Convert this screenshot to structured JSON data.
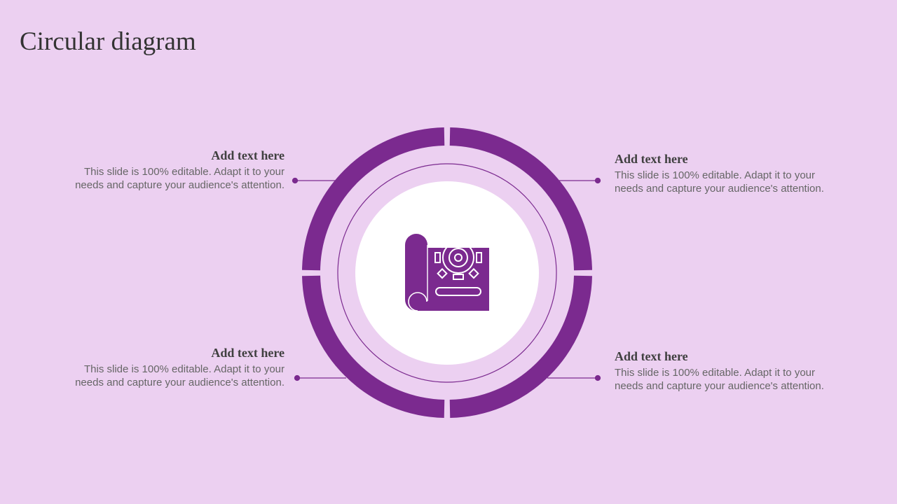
{
  "slide": {
    "title": "Circular diagram"
  },
  "colors": {
    "background": "#ecd0f1",
    "accent": "#7b2a8f",
    "center": "#ffffff"
  },
  "center_icon": "blueprint-gear-icon",
  "blocks": [
    {
      "heading": "Add text here",
      "body": "This slide is 100% editable. Adapt it to your needs and capture your audience's attention."
    },
    {
      "heading": "Add text here",
      "body": "This slide is 100% editable. Adapt it to your needs and capture your audience's attention."
    },
    {
      "heading": "Add text here",
      "body": "This slide is 100% editable. Adapt it to your needs and capture your audience's attention."
    },
    {
      "heading": "Add text here",
      "body": "This slide is 100% editable. Adapt it to your needs and capture your audience's attention."
    }
  ]
}
